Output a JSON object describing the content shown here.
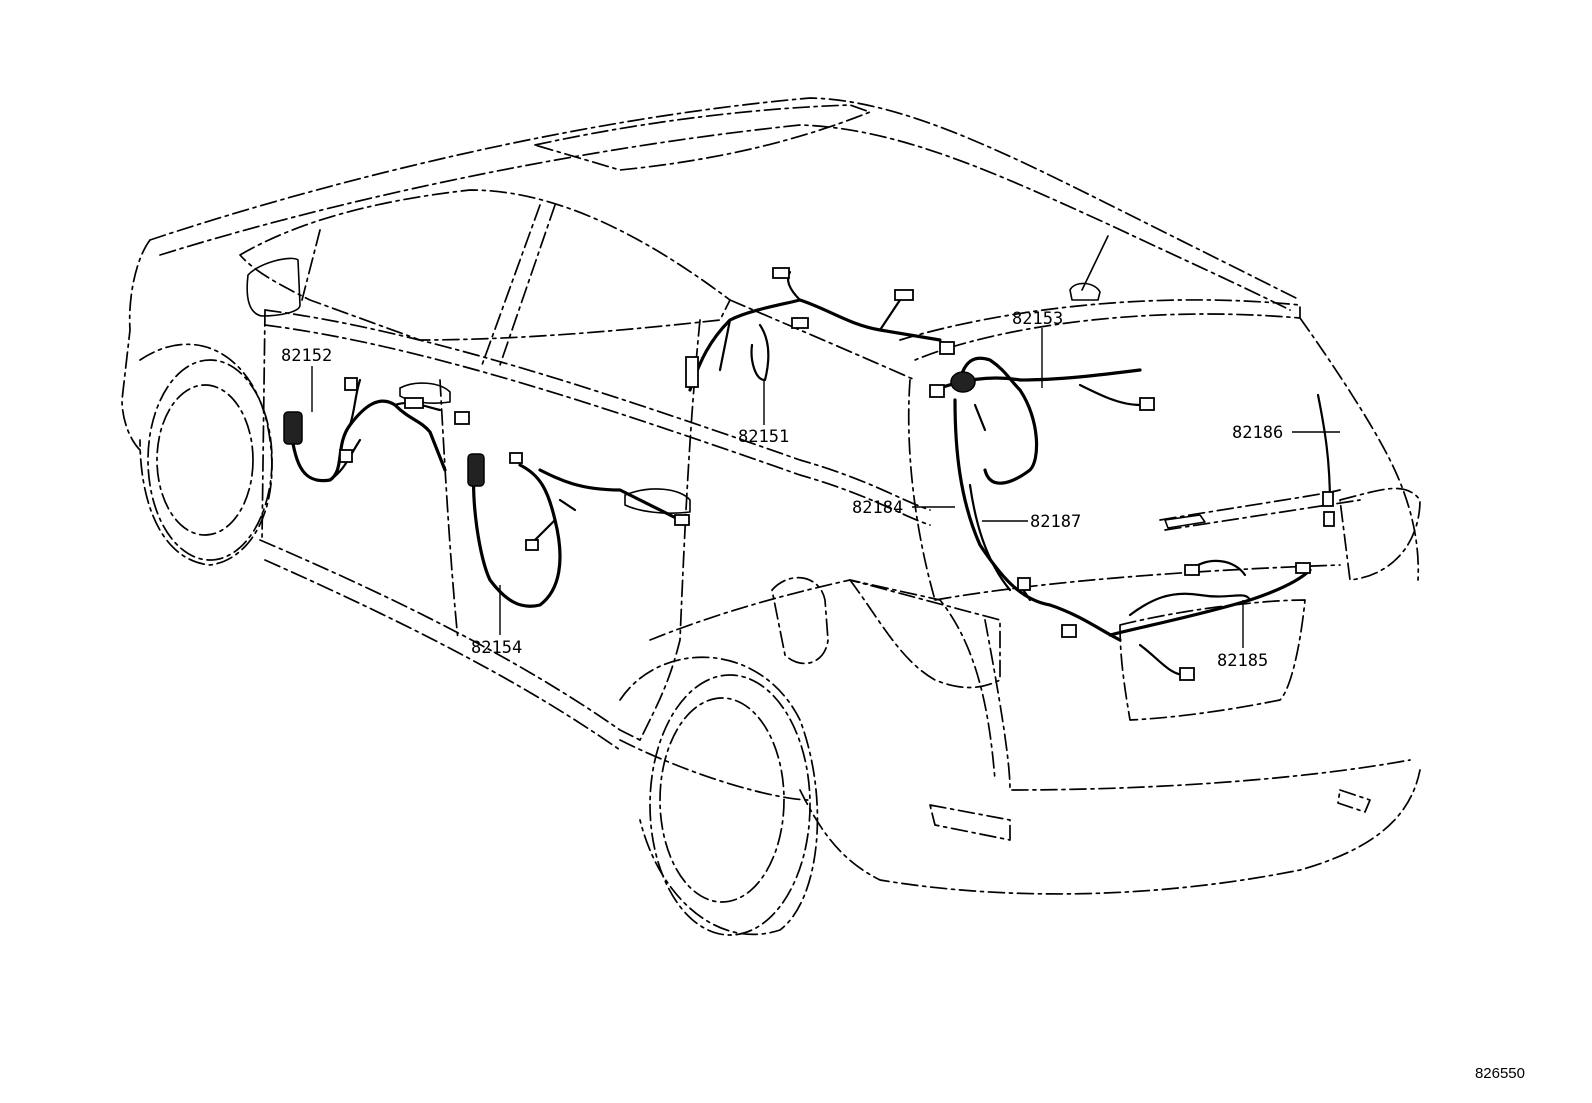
{
  "diagram": {
    "callouts": [
      {
        "id": "82152",
        "text": "82152"
      },
      {
        "id": "82151",
        "text": "82151"
      },
      {
        "id": "82153",
        "text": "82153"
      },
      {
        "id": "82154",
        "text": "82154"
      },
      {
        "id": "82184",
        "text": "82184"
      },
      {
        "id": "82187",
        "text": "82187"
      },
      {
        "id": "82186",
        "text": "82186"
      },
      {
        "id": "82185",
        "text": "82185"
      }
    ],
    "reference_number": "826550"
  }
}
